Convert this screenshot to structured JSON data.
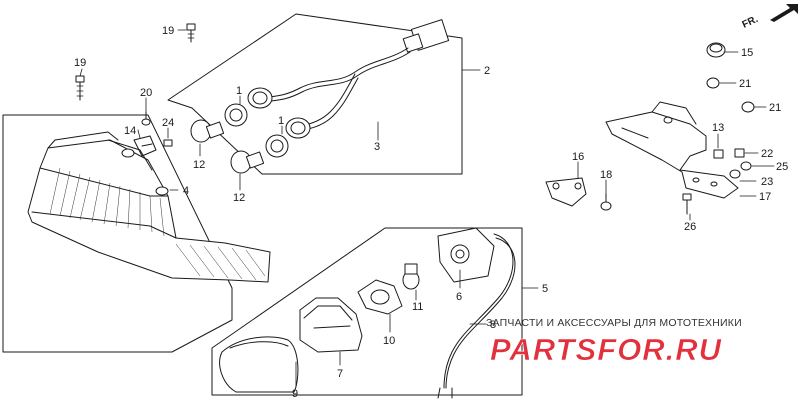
{
  "diagram": {
    "direction_label": "FR.",
    "part_labels": {
      "p1a": "1",
      "p1b": "1",
      "p2": "2",
      "p3": "3",
      "p4": "4",
      "p5": "5",
      "p6": "6",
      "p7": "7",
      "p8": "8",
      "p9": "9",
      "p10": "10",
      "p11": "11",
      "p12a": "12",
      "p12b": "12",
      "p13": "13",
      "p14": "14",
      "p15": "15",
      "p16": "16",
      "p17": "17",
      "p18": "18",
      "p19a": "19",
      "p19b": "19",
      "p20": "20",
      "p21a": "21",
      "p21b": "21",
      "p22": "22",
      "p23": "23",
      "p24": "24",
      "p25": "25",
      "p26": "26"
    }
  },
  "watermark": {
    "subtitle": "ЗАПЧАСТИ И АКСЕССУАРЫ ДЛЯ МОТОТЕХНИКИ",
    "brand": "PARTSFOR.RU",
    "brand_color": "#e2303c"
  }
}
